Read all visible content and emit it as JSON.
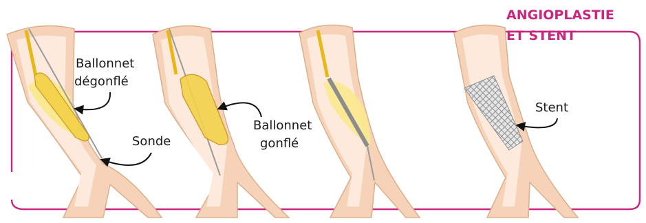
{
  "title": {
    "line1": "ANGIOPLASTIE",
    "line2": "ET STENT"
  },
  "labels": {
    "ballon_degonfle": {
      "line1": "Ballonnet",
      "line2": "dégonflé"
    },
    "sonde": "Sonde",
    "ballon_gonfle": {
      "line1": "Ballonnet",
      "line2": "gonflé"
    },
    "stent": "Stent"
  },
  "colors": {
    "frame": "#c8267f",
    "vessel_wall": "#f6d3b8",
    "vessel_edge": "#d9b08c",
    "vessel_lumen": "#fdeadc",
    "plaque": "#fbe98a",
    "catheter": "#e7b818",
    "wire": "#9a9a9a",
    "stent": "#bdbdbd"
  }
}
